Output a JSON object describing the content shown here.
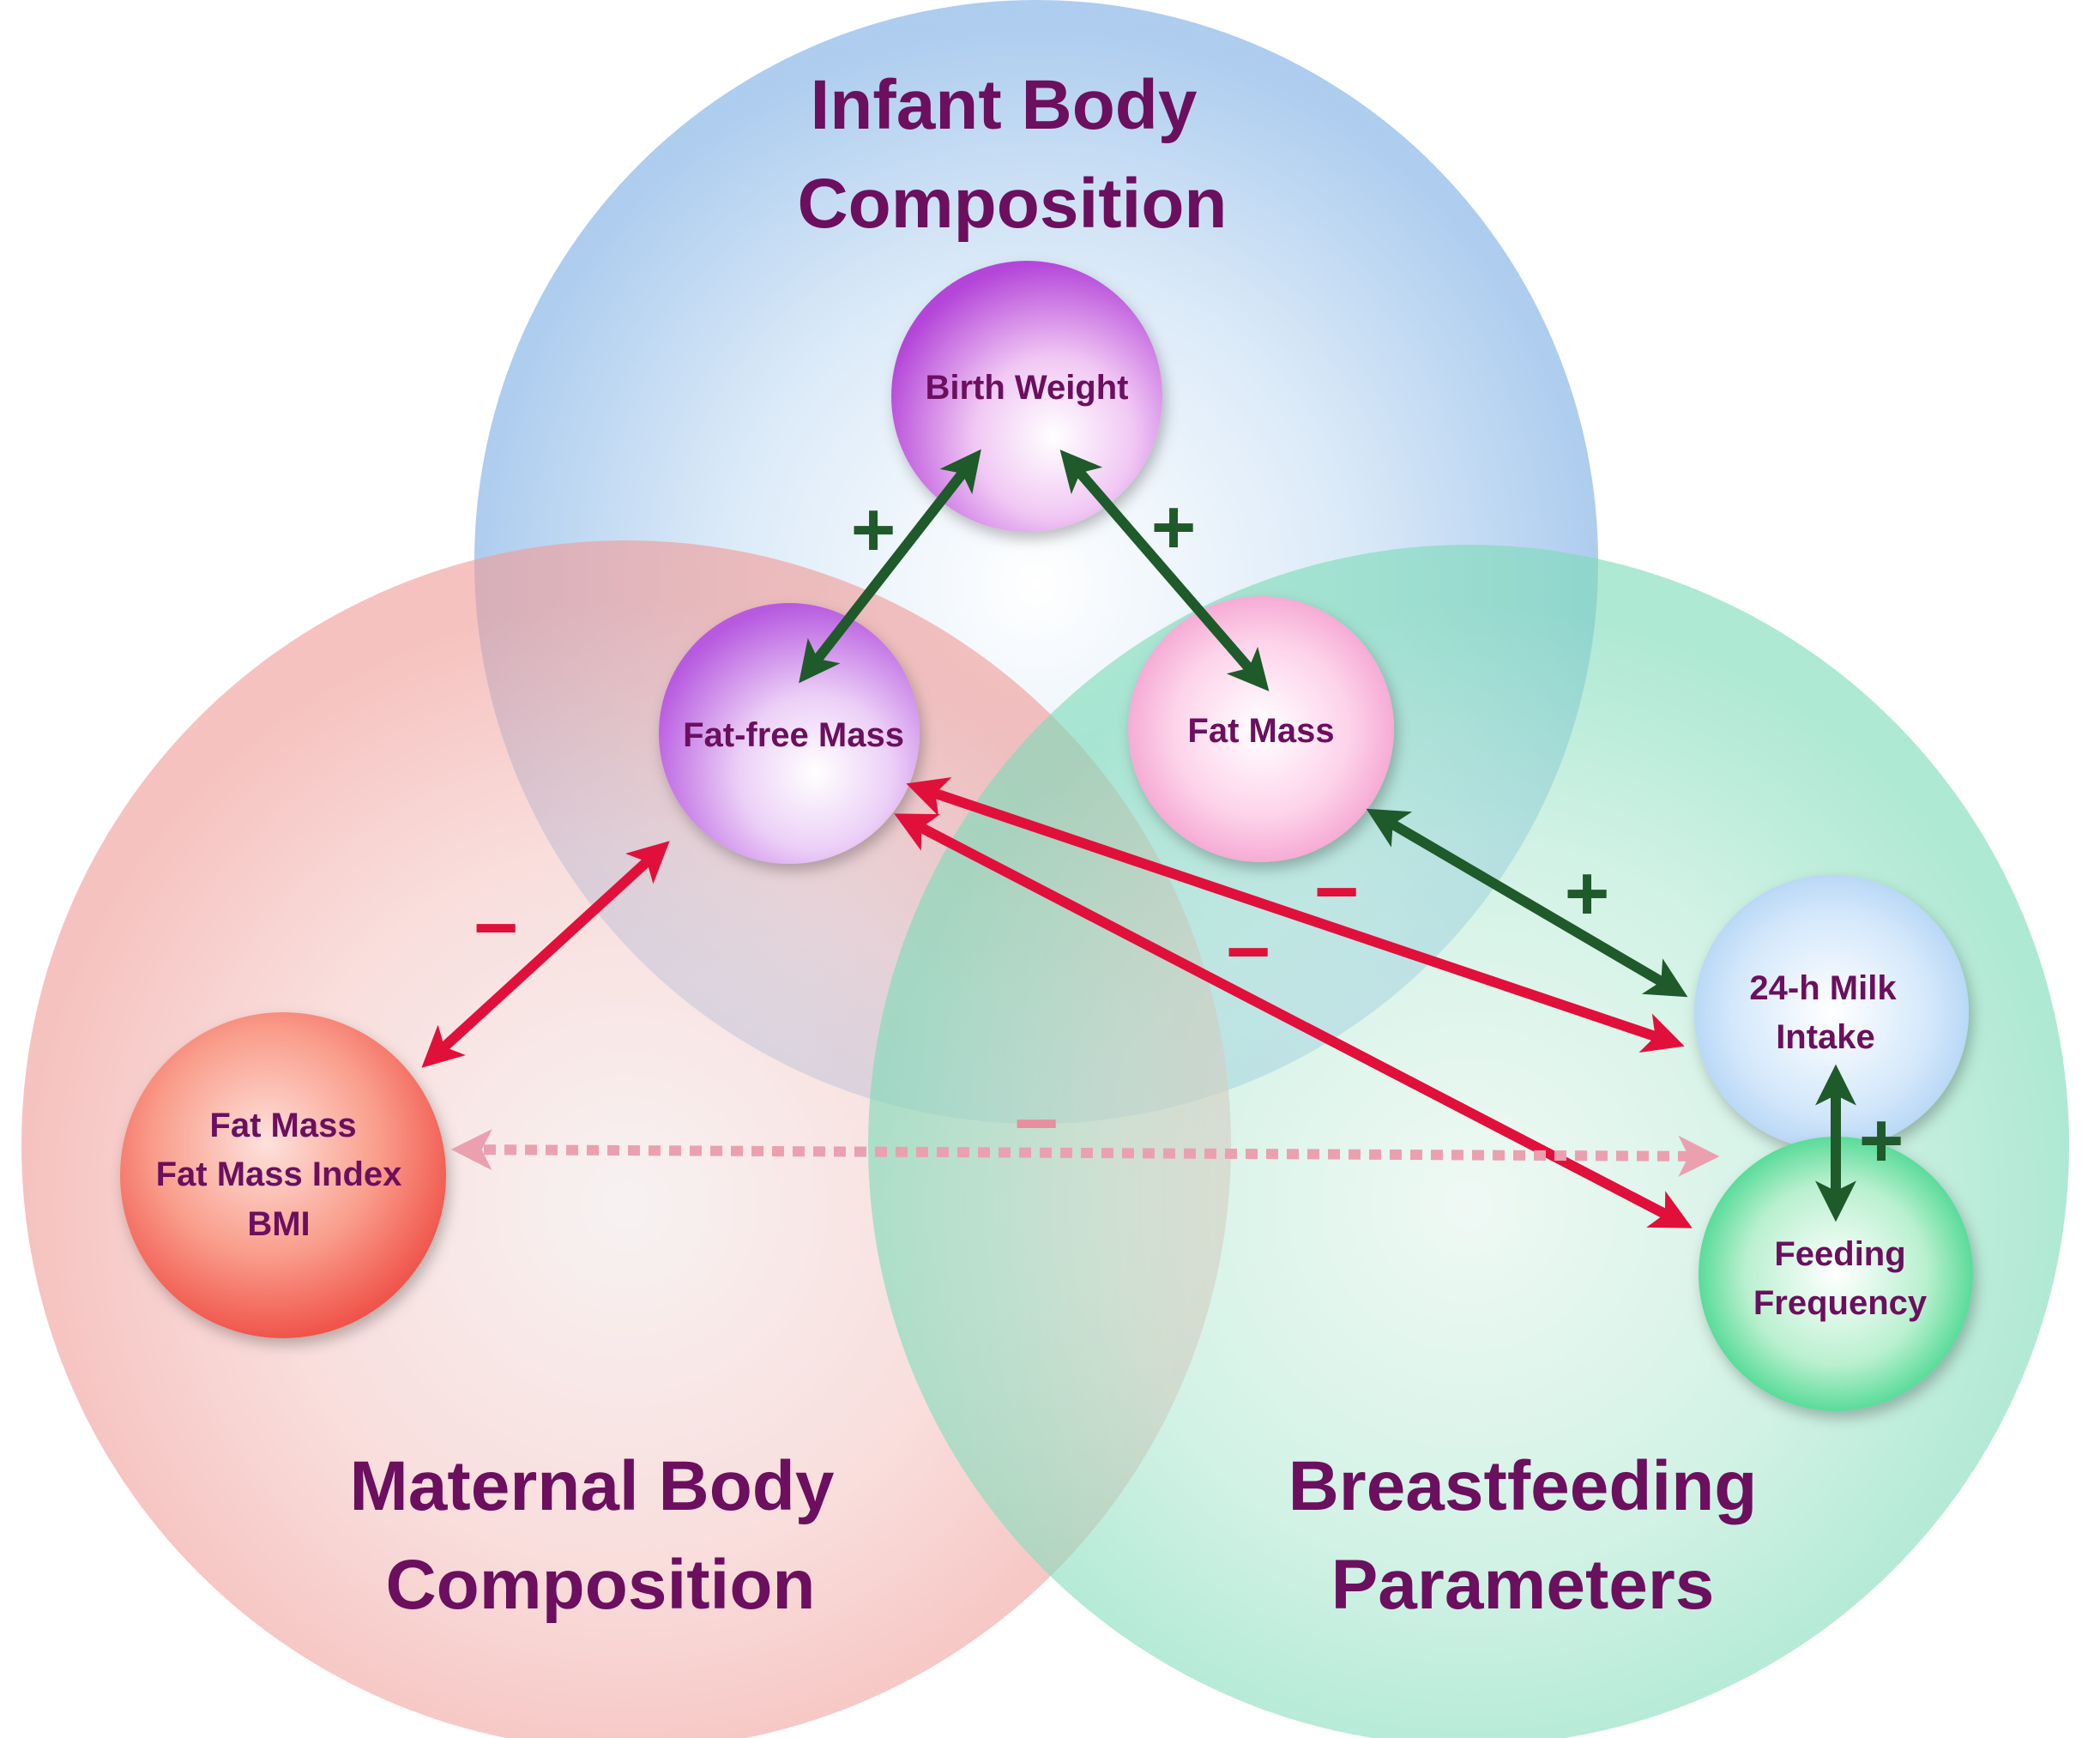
{
  "groups": {
    "infant": {
      "title_line1": "Infant Body",
      "title_line2": "Composition",
      "color": "#a9c9ee"
    },
    "maternal": {
      "title_line1": "Maternal Body",
      "title_line2": "Composition",
      "color": "#f2a3a3"
    },
    "breastfeeding": {
      "title_line1": "Breastfeeding",
      "title_line2": "Parameters",
      "color": "#8fe0c4"
    }
  },
  "nodes": {
    "birth_weight": {
      "label": "Birth Weight"
    },
    "fat_free_mass": {
      "label": "Fat-free Mass"
    },
    "infant_fat_mass": {
      "label": "Fat Mass"
    },
    "maternal_measures": {
      "line1": "Fat Mass",
      "line2": "Fat Mass Index",
      "line3": "BMI"
    },
    "milk_intake": {
      "line1": "24-h Milk",
      "line2": "Intake"
    },
    "feeding_frequency": {
      "line1": "Feeding",
      "line2": "Frequency"
    }
  },
  "relationships": {
    "birth_weight_fat_free_mass": {
      "sign": "+",
      "color": "#1e5a2a"
    },
    "birth_weight_fat_mass": {
      "sign": "+",
      "color": "#1e5a2a"
    },
    "maternal_fat_free_mass": {
      "sign": "−",
      "color": "#e0103a"
    },
    "fat_free_mass_milk_intake": {
      "sign": "−",
      "color": "#e0103a"
    },
    "fat_free_mass_feeding_frequency": {
      "sign": "−",
      "color": "#e0103a"
    },
    "fat_mass_milk_intake": {
      "sign": "+",
      "color": "#1e5a2a"
    },
    "milk_intake_feeding_frequency": {
      "sign": "+",
      "color": "#1e5a2a"
    },
    "maternal_feeding_frequency": {
      "sign": "−",
      "color": "#e88ea0"
    }
  }
}
